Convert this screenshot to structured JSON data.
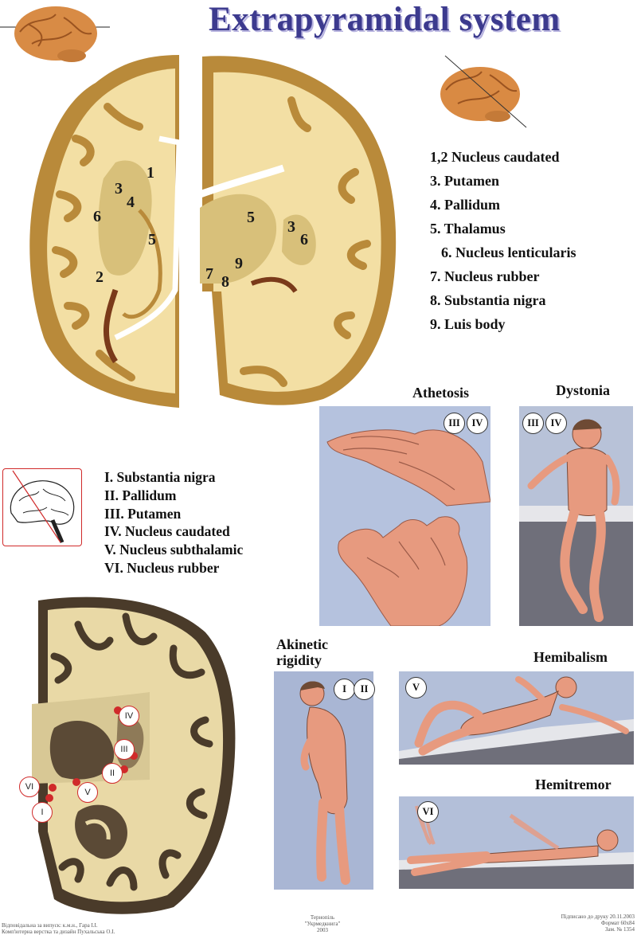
{
  "title": "Extrapyramidal system",
  "structures_legend": [
    "1,2 Nucleus caudated",
    "3. Putamen",
    "4. Pallidum",
    "5. Thalamus",
    "6. Nucleus lenticularis",
    "7. Nucleus rubber",
    "8. Substantia nigra",
    "9. Luis body"
  ],
  "left_section_numbers": [
    "1",
    "3",
    "4",
    "6",
    "5",
    "2"
  ],
  "right_section_numbers": [
    "5",
    "3",
    "6",
    "9",
    "7",
    "8"
  ],
  "roman_legend": [
    "I. Substantia nigra",
    "II. Pallidum",
    "III. Putamen",
    "IV. Nucleus caudated",
    "V. Nucleus subthalamic",
    "VI. Nucleus rubber"
  ],
  "coronal_markers": [
    "IV",
    "III",
    "II",
    "VI",
    "V",
    "I"
  ],
  "panels": {
    "athetosis": {
      "caption": "Athetosis",
      "badges": [
        "III",
        "IV"
      ]
    },
    "dystonia": {
      "caption": "Dystonia",
      "badges": [
        "III",
        "IV"
      ]
    },
    "akinetic": {
      "caption_line1": "Akinetic",
      "caption_line2": "rigidity",
      "badges": [
        "I",
        "II"
      ]
    },
    "hemibalism": {
      "caption": "Hemibalism",
      "badges": [
        "V"
      ]
    },
    "hemitremor": {
      "caption": "Hemitremor",
      "badges": [
        "VI"
      ]
    }
  },
  "footer": {
    "left_line1": "Відповідальна за випуск: к.м.н., Гара І.І.",
    "left_line2": "Комп'ютерна верстка та дизайн Пухальська О.І.",
    "center_line1": "Тернопіль",
    "center_line2": "\"Укрмедкнига\"",
    "center_line3": "2003",
    "right_line1": "Підписано до друку 20.11.2003",
    "right_line2": "Формат 60x84",
    "right_line3": "Зам. № 1354"
  },
  "colors": {
    "title": "#3c3a8e",
    "cortex": "#b98a3a",
    "white_matter": "#f3dfa4",
    "nuclei": "#d8c07a",
    "panel_bg": "#a9b6d4",
    "skin": "#e79a7f",
    "marker": "#d02a2a"
  }
}
